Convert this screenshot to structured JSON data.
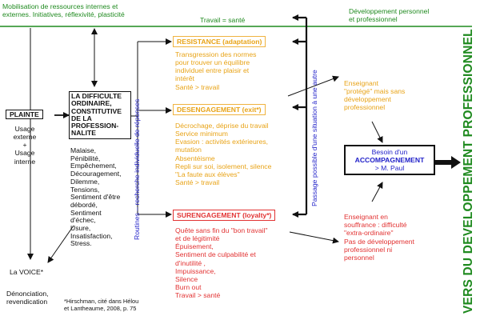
{
  "top_left": "Mobilisation de ressources internes et\nexternes. Initiatives, réflexivité, plasticité",
  "top_center": "Travail = santé",
  "top_right": "Développement personnel\net professionnel",
  "plainte": {
    "title": "PLAINTE",
    "usage": "Usage\nexterne\n+\nUsage\ninterne"
  },
  "difficulte": {
    "title": "LA DIFFICULTE\nORDINAIRE,\nCONSTITUTIVE\nDE LA\nPROFESSION-\nNALITE",
    "items": "Malaise,\nPénibilité,\nEmpêchement,\nDécouragement,\nDilemme,\nTensions,\nSentiment d'être\ndébordé,\nSentiment\nd'échec,\nUsure,\nInsatisfaction,\nStress."
  },
  "voice": {
    "title": "La VOICE*",
    "text": "Dénonciation,\nrevendication"
  },
  "footnote": "*Hirschman, cité dans Hélou\net Lantheaume, 2008, p. 75",
  "routines_label": "Routines – recherche individuelle de réponses",
  "passage_label": "Passage possible d'une situation à une autre",
  "resistance": {
    "title": "RESISTANCE (adaptation)",
    "text": "Transgression des normes\npour trouver un équilibre\nindividuel entre plaisir et\nintérêt\nSanté > travail"
  },
  "desengagement": {
    "title": "DESENGAGEMENT (exit*)",
    "text": "Décrochage, déprise du travail\nService minimum\nEvasion : activités extérieures,\nmutation\nAbsentéisme\nRepli sur soi, isolement, silence\n\"La faute aux élèves\"\nSanté > travail"
  },
  "surengagement": {
    "title": "SURENGAGEMENT (loyalty*)",
    "text": "Quête sans fin du \"bon travail\"\net de légitimité\nÉpuisement,\nSentiment de culpabilité et\nd'inutilité ,\nImpuissance,\nSilence\nBurn out\nTravail > santé"
  },
  "enseignant_protege": "Enseignant\n\"protégé\" mais sans\ndéveloppement\nprofessionnel",
  "accompagnement": {
    "line1": "Besoin d'un",
    "title": "ACCOMPAGNEMENT",
    "line3": "> M. Paul"
  },
  "enseignant_souffrance": {
    "text1": "Enseignant en\nsouffrance : difficulté\n\"extra-ordinaire\"",
    "text2": "Pas de développement\nprofessionnel ni\npersonnel"
  },
  "vertical_title": "VERS DU DEVELOPPEMENT PROFESSIONNEL",
  "colors": {
    "green": "#1f8a1f",
    "orange": "#e8a317",
    "red": "#e23232",
    "blue": "#1e1ec8",
    "navy_box": "#1e1ec8"
  }
}
